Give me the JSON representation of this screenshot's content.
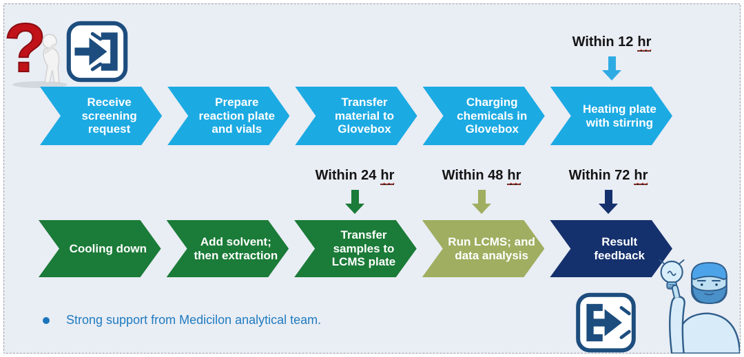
{
  "flow": {
    "top_steps": [
      {
        "label": "Receive screening request",
        "color": "#1caae3"
      },
      {
        "label": "Prepare reaction plate and vials",
        "color": "#1caae3"
      },
      {
        "label": "Transfer material to Glovebox",
        "color": "#1caae3"
      },
      {
        "label": "Charging chemicals in Glovebox",
        "color": "#1caae3"
      },
      {
        "label": "Heating plate with stirring",
        "color": "#1caae3"
      }
    ],
    "bottom_steps": [
      {
        "label": "Cooling down",
        "color": "#1b7b38"
      },
      {
        "label": "Add solvent; then extraction",
        "color": "#1b7b38"
      },
      {
        "label": "Transfer samples to LCMS plate",
        "color": "#1b7b38"
      },
      {
        "label": "Run LCMS; and data analysis",
        "color": "#9fae60"
      },
      {
        "label": "Result feedback",
        "color": "#15316d"
      }
    ]
  },
  "annotations": [
    {
      "prefix": "Within 12",
      "unit": "hr",
      "arrow_color": "#2fabe3",
      "points_to": "Heating plate with stirring"
    },
    {
      "prefix": "Within 24",
      "unit": "hr",
      "arrow_color": "#1b7b38",
      "points_to": "Transfer samples to LCMS plate"
    },
    {
      "prefix": "Within 48",
      "unit": "hr",
      "arrow_color": "#9fae60",
      "points_to": "Run LCMS; and data analysis"
    },
    {
      "prefix": "Within 72",
      "unit": "hr",
      "arrow_color": "#15316d",
      "points_to": "Result feedback"
    }
  ],
  "note": {
    "text": "Strong support from Medicilon analytical team.",
    "color": "#1f7bbf"
  },
  "icons": {
    "top_left_1": "thinking-person-with-red-question-mark",
    "top_left_2": "login-enter-arrow-icon",
    "bottom_right_1": "logout-exit-arrow-icon",
    "bottom_right_2": "man-pointing-at-lightbulb-idea-illustration",
    "icon_stroke_color": "#1d4d7e"
  },
  "colors": {
    "panel_background": "#e9edf4",
    "panel_border": "#97a0a9",
    "step_blue": "#1caae3",
    "step_green": "#1b7b38",
    "step_olive": "#9fae60",
    "step_navy": "#15316d",
    "step_text": "#ffffff",
    "annotation_text": "#141414",
    "spellcheck_underline": "#d23b2e",
    "note_blue": "#1f7bbf"
  }
}
